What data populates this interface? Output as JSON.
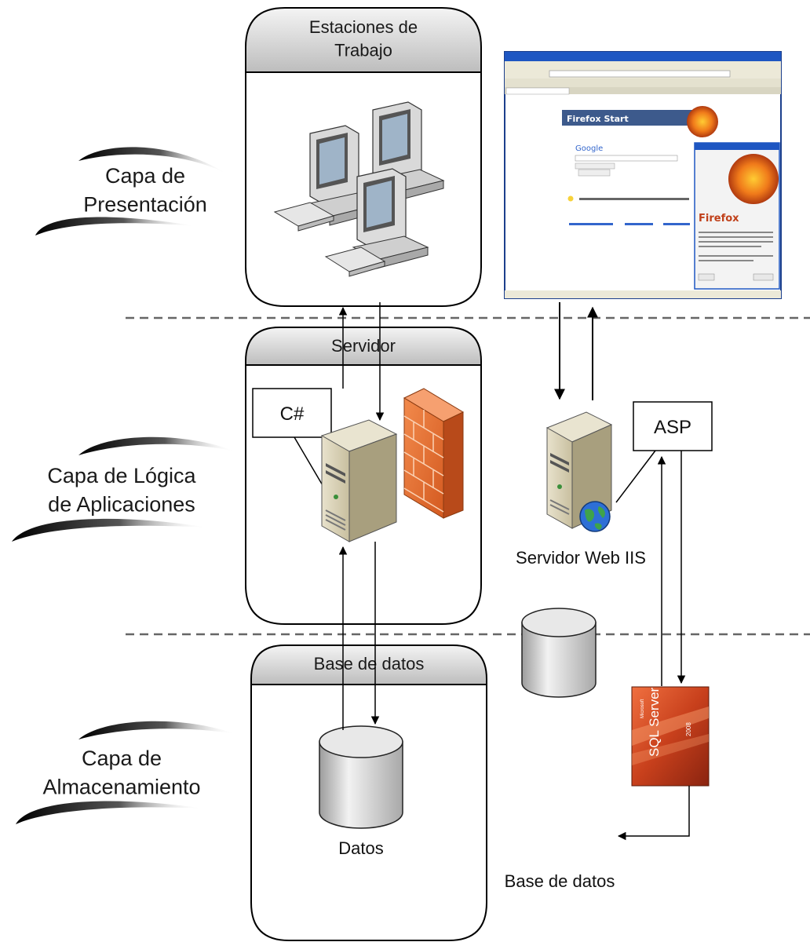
{
  "layers": {
    "presentation": "Capa de\nPresentación",
    "logic": "Capa de Lógica\nde Aplicaciones",
    "storage": "Capa de\nAlmacenamiento"
  },
  "tiers": {
    "workstations": "Estaciones de\nTrabajo",
    "server": "Servidor",
    "database": "Base de datos"
  },
  "nodes": {
    "csharp": "C#",
    "asp": "ASP",
    "web_server": "Servidor Web IIS",
    "data": "Datos",
    "database": "Base de datos"
  },
  "browser": {
    "start_title": "Firefox Start",
    "google": "Google",
    "dialog_title": "Firefox"
  },
  "sql_logo": {
    "line1": "Microsoft",
    "line2": "SQL Server",
    "line3": "2008"
  }
}
